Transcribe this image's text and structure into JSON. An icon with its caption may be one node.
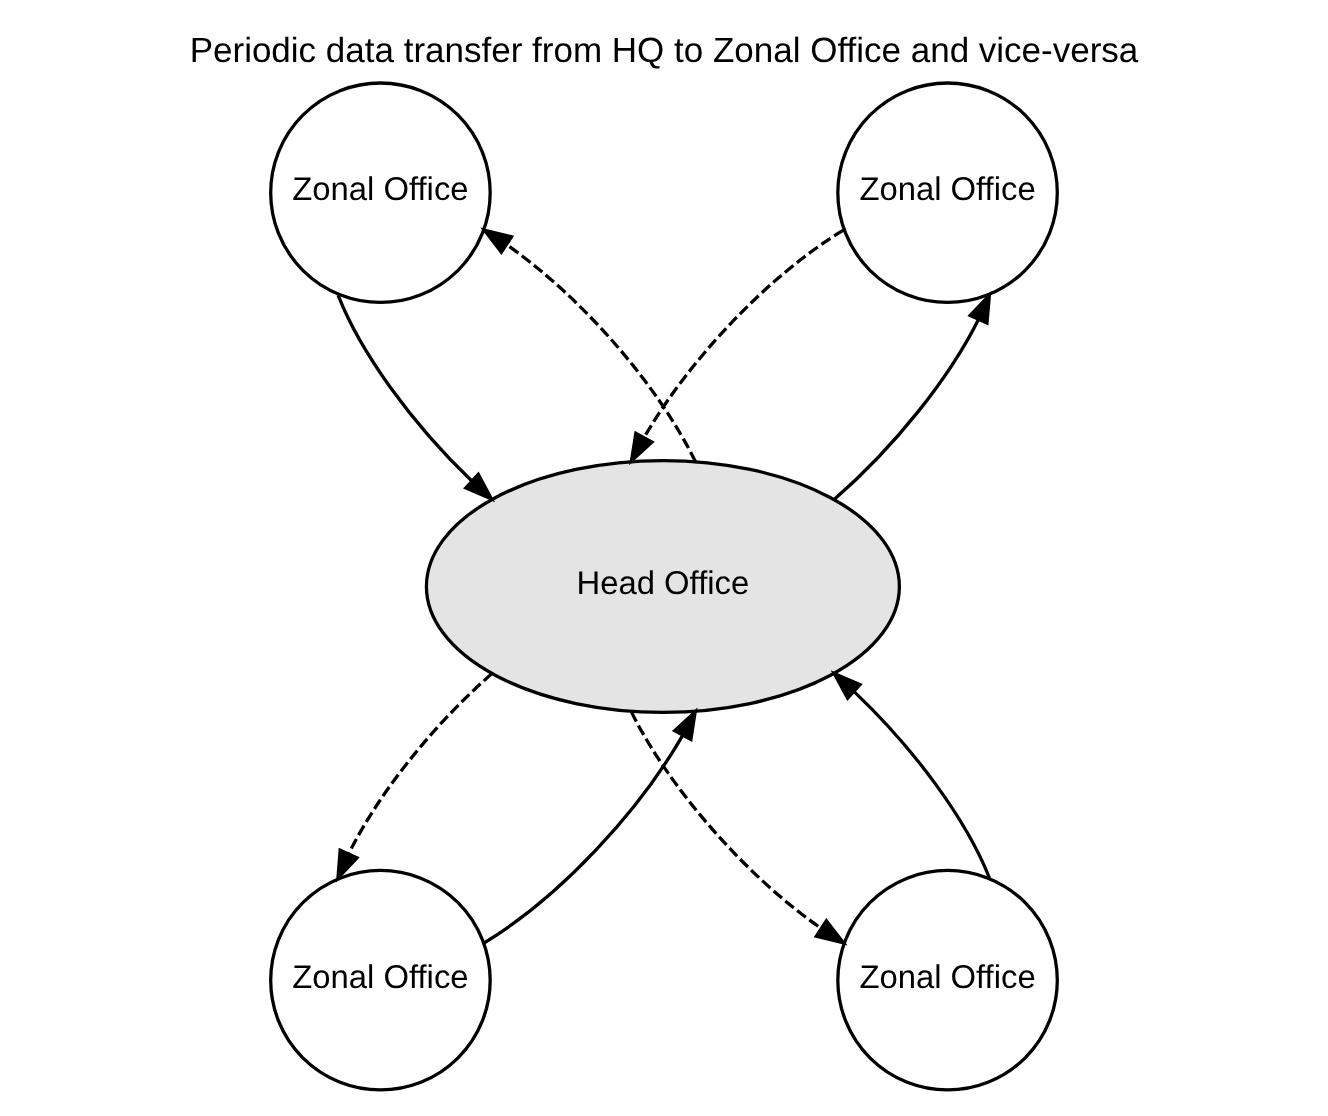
{
  "diagram": {
    "title": "Periodic data transfer from HQ to Zonal Office and vice-versa",
    "nodes": [
      {
        "text": [
          "Zonal Office"
        ]
      },
      {
        "text": [
          "Zonal Office"
        ]
      },
      {
        "text": [
          "Head Office"
        ]
      },
      {
        "text": [
          "Zonal Office"
        ]
      },
      {
        "text": [
          "Zonal Office"
        ]
      }
    ],
    "edges": [
      {
        "from": 0,
        "to": 2,
        "arrow": "to"
      },
      {
        "from": 2,
        "to": 0,
        "arrow": "to",
        "style": "dashed"
      },
      {
        "from": 2,
        "to": 1,
        "arrow": "to"
      },
      {
        "from": 1,
        "to": 2,
        "arrow": "to",
        "style": "dashed"
      },
      {
        "from": 3,
        "to": 2,
        "arrow": "to"
      },
      {
        "from": 2,
        "to": 3,
        "arrow": "to",
        "style": "dashed"
      },
      {
        "from": 4,
        "to": 2,
        "arrow": "to"
      },
      {
        "from": 2,
        "to": 4,
        "arrow": "to",
        "style": "dashed"
      }
    ]
  }
}
